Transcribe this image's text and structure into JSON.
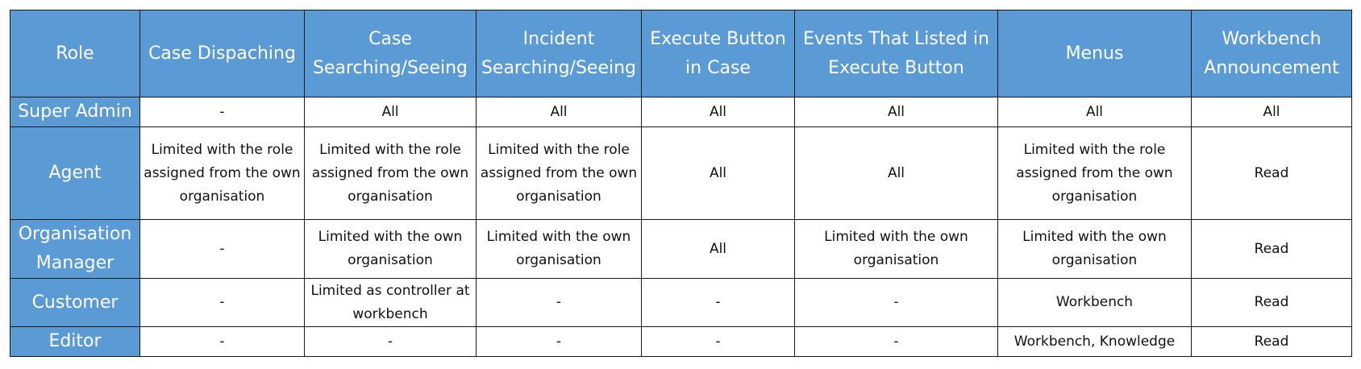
{
  "table": {
    "headers": [
      "Role",
      "Case Dispaching",
      "Case Searching/Seeing",
      "Incident Searching/Seeing",
      "Execute Button in Case",
      "Events That Listed in Execute Button",
      "Menus",
      "Workbench Announcement"
    ],
    "rows": [
      {
        "role": "Super Admin",
        "cells": [
          "-",
          "All",
          "All",
          "All",
          "All",
          "All",
          "All"
        ]
      },
      {
        "role": "Agent",
        "cells": [
          "Limited with the role assigned from the own organisation",
          "Limited with the role assigned from the own organisation",
          "Limited with the role assigned from the own organisation",
          "All",
          "All",
          "Limited with the role assigned from the own organisation",
          "Read"
        ]
      },
      {
        "role": "Organisation Manager",
        "cells": [
          "-",
          "Limited with the own organisation",
          "Limited with the own organisation",
          "All",
          "Limited with the own organisation",
          "Limited with the own organisation",
          "Read"
        ]
      },
      {
        "role": "Customer",
        "cells": [
          "-",
          "Limited as controller at workbench",
          "-",
          "-",
          "-",
          "Workbench",
          "Read"
        ]
      },
      {
        "role": "Editor",
        "cells": [
          "-",
          "-",
          "-",
          "-",
          "-",
          "Workbench, Knowledge",
          "Read"
        ]
      }
    ]
  }
}
